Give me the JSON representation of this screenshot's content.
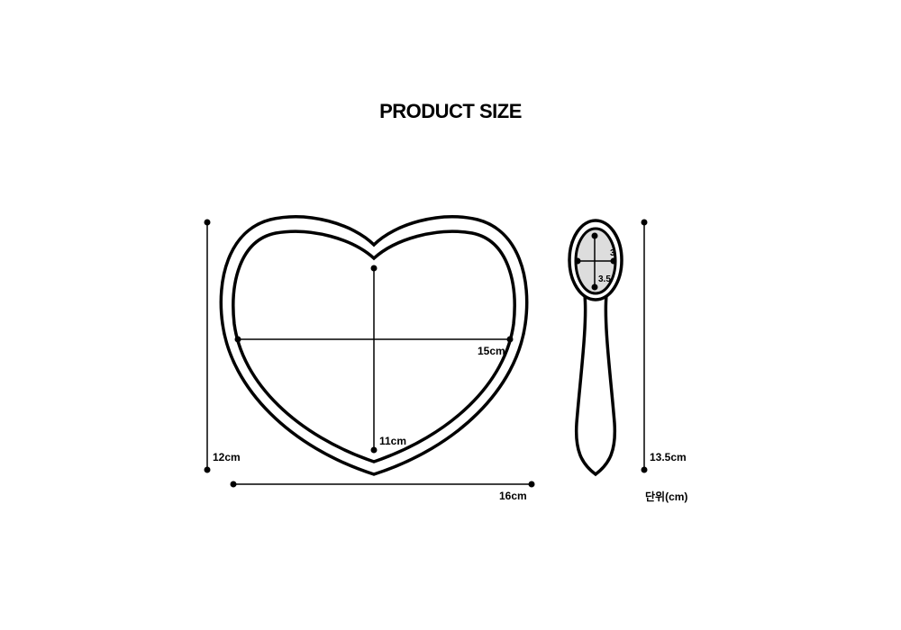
{
  "title": "PRODUCT SIZE",
  "plate": {
    "width_label": "16cm",
    "height_label": "12cm",
    "inner_width_label": "15cm",
    "inner_height_label": "11cm"
  },
  "spoon": {
    "length_label": "13.5cm",
    "bowl_width_label": "3",
    "bowl_length_label": "3.5"
  },
  "unit_label": "단위(cm)",
  "colors": {
    "line": "#000000",
    "bowl_fill": "#dddddd"
  }
}
